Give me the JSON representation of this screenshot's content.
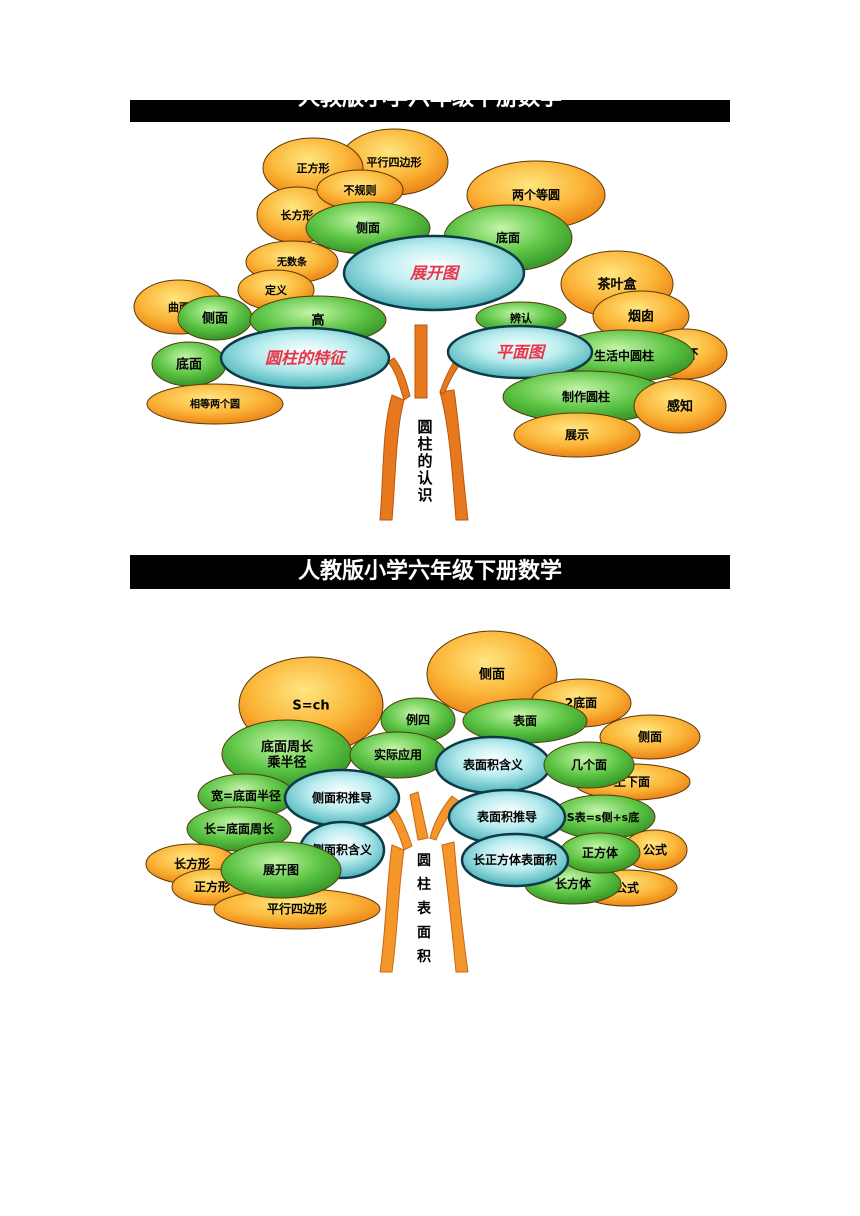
{
  "banner_top": "人教版小学六年级下册数学",
  "banner_bottom": "人教版小学六年级下册数学",
  "colors": {
    "orange": "#f5a020",
    "green": "#4cb83a",
    "teal": "#5ec8cc",
    "trunk": "#e8781e",
    "banner": "#000000",
    "focus_text": "#e8344a"
  },
  "tree1": {
    "trunk_label": [
      "圆",
      "柱",
      "的",
      "认",
      "识"
    ],
    "labels": {
      "square": "正方形",
      "parallelogram": "平行四边形",
      "irregular": "不规则",
      "rectangle": "长方形",
      "two_circles": "两个等圆",
      "side": "侧面",
      "base": "底面",
      "unfold": "展开图",
      "infinite": "无数条",
      "definition": "定义",
      "curved": "曲面",
      "side2": "侧面",
      "height": "高",
      "features": "圆柱的特征",
      "base2": "底面",
      "equal_circles": "相等两个圆",
      "tea_box": "茶叶盒",
      "chimney": "烟囱",
      "identify": "辨认",
      "plane": "平面图",
      "life": "生活中圆柱",
      "cup": "水杯",
      "make": "制作圆柱",
      "perceive": "感知",
      "show": "展示"
    }
  },
  "tree2": {
    "trunk_label": [
      "圆",
      "柱",
      "表",
      "面",
      "积"
    ],
    "labels": {
      "s_ch": "S=ch",
      "side_top": "侧面",
      "two_base": "2底面",
      "example4": "例四",
      "surface": "表面",
      "side_r": "侧面",
      "perim_radius": "底面周长\n乘半径",
      "application": "实际应用",
      "meaning": "表面积含义",
      "few_faces": "几个面",
      "up_down": "上下面",
      "width_eq": "宽=底面半径",
      "lat_derive": "侧面积推导",
      "surf_derive": "表面积推导",
      "s_formula": "S表=s侧+s底",
      "len_eq": "长=底面周长",
      "lat_meaning": "侧面积含义",
      "cuboid_surf": "长正方体表面积",
      "cube": "正方体",
      "formula1": "公式",
      "rect": "长方形",
      "square": "正方形",
      "unfold": "展开图",
      "cuboid": "长方体",
      "formula2": "公式",
      "parallelogram": "平行四边形"
    }
  }
}
